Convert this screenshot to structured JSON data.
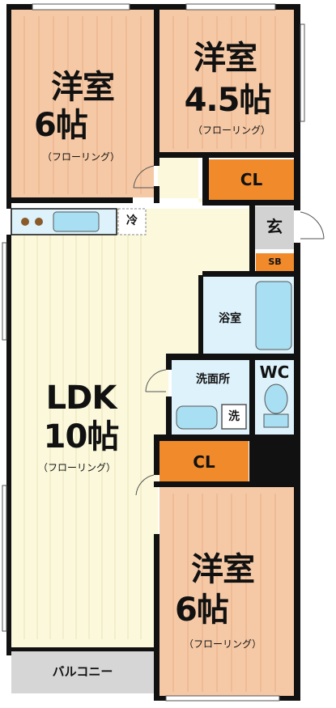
{
  "rooms": {
    "western_room_top_left": {
      "name": "洋室",
      "size": "6帖",
      "floor": "（フローリング）"
    },
    "western_room_top_right": {
      "name": "洋室",
      "size": "4.5帖",
      "floor": "（フローリング）"
    },
    "ldk": {
      "name": "LDK",
      "size": "10帖",
      "floor": "（フローリング）"
    },
    "western_room_bottom_right": {
      "name": "洋室",
      "size": "6帖",
      "floor": "（フローリング）"
    }
  },
  "closets": {
    "top": "CL",
    "middle": "CL"
  },
  "entrance": "玄",
  "shoe_box": "SB",
  "refrigerator": "冷",
  "bathroom": "浴室",
  "washroom": "洗面所",
  "washer": "洗",
  "toilet": "WC",
  "balcony": "バルコニー",
  "colors": {
    "western_room": "#f6c9a6",
    "ldk": "#fbf8dc",
    "closet": "#f08a2a",
    "wet_area": "#ddf2fb",
    "fixture": "#a9dff2",
    "wall": "#111111",
    "balcony": "#d6d6d6",
    "entrance": "#d2d2d2"
  }
}
